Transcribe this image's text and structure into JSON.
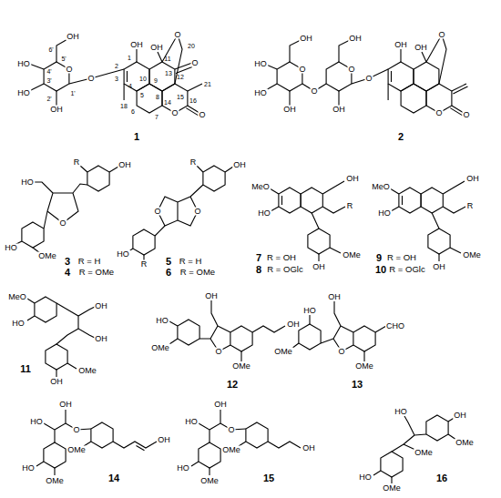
{
  "diagram": {
    "labels": [
      "HO",
      "HO",
      "OH",
      "OH",
      "O",
      "O",
      "1'",
      "2'",
      "3'",
      "4'",
      "5'",
      "6'",
      "OH",
      "OH",
      "O",
      "O",
      "O",
      "O",
      "1",
      "2",
      "3",
      "4",
      "5",
      "6",
      "7",
      "8",
      "9",
      "10",
      "11",
      "12",
      "13",
      "14",
      "15",
      "16",
      "18",
      "20",
      "21",
      "1",
      "HO",
      "HO",
      "OH",
      "OH",
      "O",
      "O",
      "OH",
      "OH",
      "O",
      "O",
      "OH",
      "OH",
      "O",
      "O",
      "O",
      "2",
      "HO",
      "R",
      "OH",
      "O",
      "HO",
      "OMe",
      "3",
      "R = H",
      "4",
      "R = OMe",
      "R",
      "OH",
      "O",
      "O",
      "HO",
      "R",
      "5",
      "R = H",
      "6",
      "R = OMe",
      "MeO",
      "HO",
      "OH",
      "R",
      "OMe",
      "OH",
      "7",
      "R = OH",
      "8",
      "R = OGlc",
      "MeO",
      "HO",
      "OH",
      "R",
      "OMe",
      "OH",
      "9",
      "R = OH",
      "10",
      "R = OGlc",
      "MeO",
      "HO",
      "OH",
      "OH",
      "OMe",
      "OH",
      "11",
      "OH",
      "O",
      "HO",
      "OMe",
      "OMe",
      "OH",
      "12",
      "OH",
      "O",
      "HO",
      "OMe",
      "OMe",
      "CHO",
      "13",
      "HO",
      "OH",
      "O",
      "OMe",
      "OH",
      "HO",
      "OMe",
      "14",
      "HO",
      "OH",
      "O",
      "OMe",
      "OH",
      "HO",
      "OMe",
      "15",
      "HO",
      "OH",
      "OMe",
      "OMe",
      "HO",
      "OMe",
      "16"
    ]
  }
}
